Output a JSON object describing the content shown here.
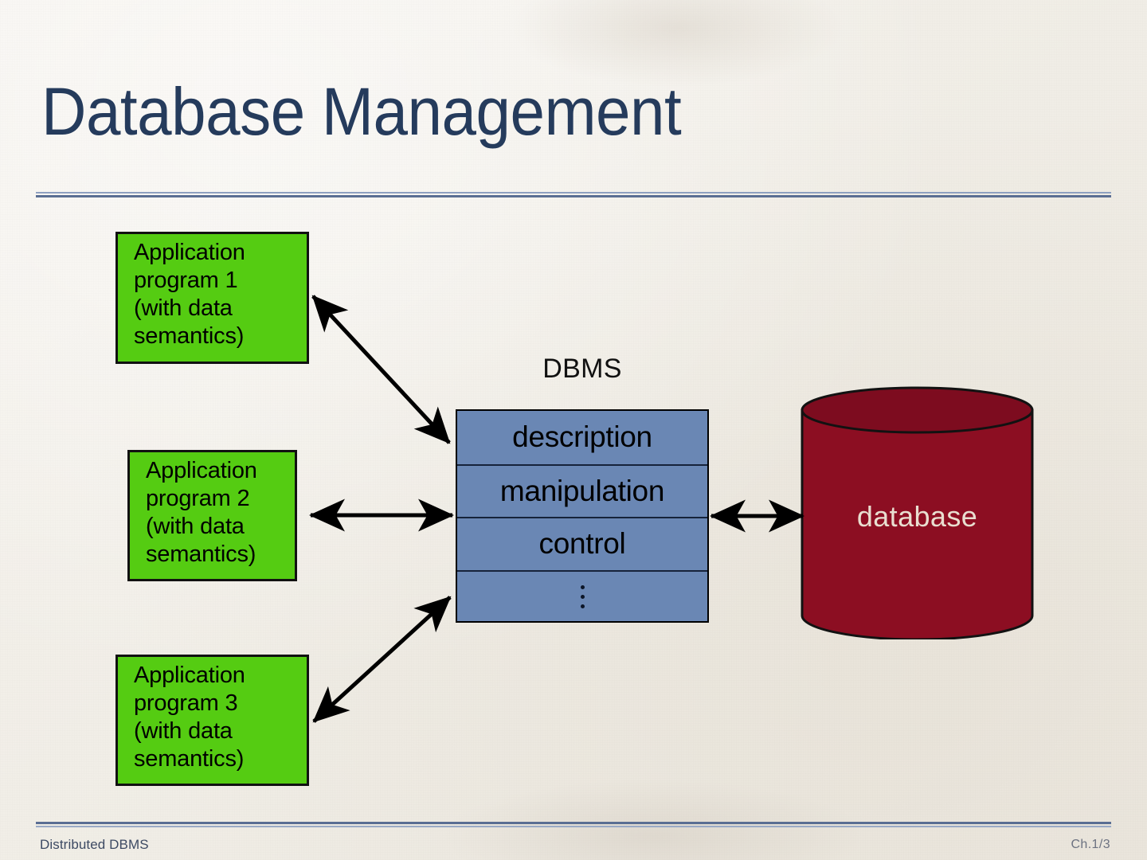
{
  "slide": {
    "title": "Database Management",
    "background_color": "#f3f0ea",
    "title_color": "#253b5c",
    "rule_color_thin": "#8ea0c0",
    "rule_color_thick": "#5a6e93"
  },
  "footer": {
    "left_text": "Distributed DBMS",
    "right_text": "Ch.1/3"
  },
  "diagram": {
    "app_programs": [
      {
        "label": "Application\nprogram 1\n(with data\nsemantics)",
        "fill": "#55cc12",
        "stroke": "#111111"
      },
      {
        "label": "Application\nprogram 2\n(with data\nsemantics)",
        "fill": "#55cc12",
        "stroke": "#111111"
      },
      {
        "label": "Application\nprogram 3\n(with data\nsemantics)",
        "fill": "#55cc12",
        "stroke": "#111111"
      }
    ],
    "dbms": {
      "label": "DBMS",
      "fill": "#6a87b4",
      "stroke": "#000000",
      "rows": [
        {
          "label": "description"
        },
        {
          "label": "manipulation"
        },
        {
          "label": "control"
        },
        {
          "label": "⋮"
        }
      ]
    },
    "database": {
      "label": "database",
      "fill": "#8c0e22",
      "top_fill": "#7d0c1f",
      "stroke": "#121212",
      "text_color": "#e9ded0"
    },
    "connectors": [
      {
        "name": "app1-to-dbms",
        "style": "double-headed-arrow",
        "orientation": "diagonal-down-right"
      },
      {
        "name": "app2-to-dbms",
        "style": "double-headed-arrow",
        "orientation": "horizontal"
      },
      {
        "name": "app3-to-dbms",
        "style": "double-headed-arrow",
        "orientation": "diagonal-up-right"
      },
      {
        "name": "dbms-to-database",
        "style": "double-headed-arrow",
        "orientation": "horizontal"
      }
    ]
  }
}
